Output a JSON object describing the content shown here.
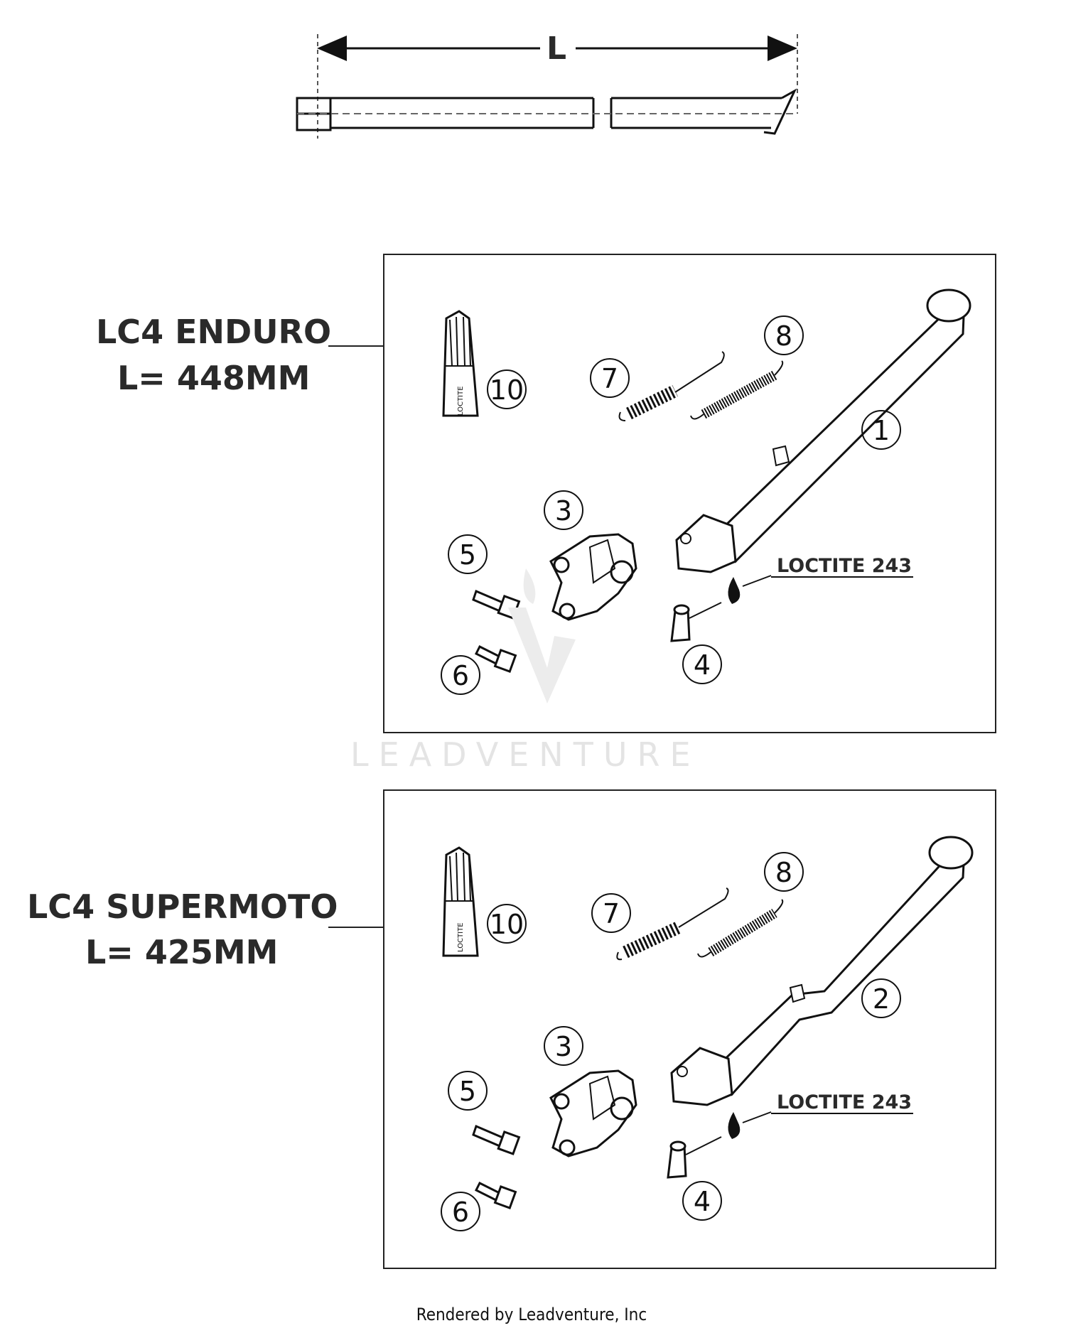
{
  "top": {
    "dimension": "L"
  },
  "panels": [
    {
      "title": "LC4 ENDURO",
      "length": "L= 448MM",
      "loctite": "LOCTITE 243",
      "callouts": [
        "10",
        "7",
        "8",
        "1",
        "3",
        "5",
        "4",
        "6"
      ],
      "loctite_label": "LOCTITE"
    },
    {
      "title": "LC4 SUPERMOTO",
      "length": "L= 425MM",
      "loctite": "LOCTITE 243",
      "callouts": [
        "10",
        "7",
        "8",
        "2",
        "3",
        "5",
        "4",
        "6"
      ],
      "loctite_label": "LOCTITE"
    }
  ],
  "watermark": "LEADVENTURE",
  "footer": "Rendered by Leadventure, Inc",
  "colors": {
    "line": "#111111",
    "text": "#2a2a2a",
    "watermark": "#e4e4e4"
  }
}
